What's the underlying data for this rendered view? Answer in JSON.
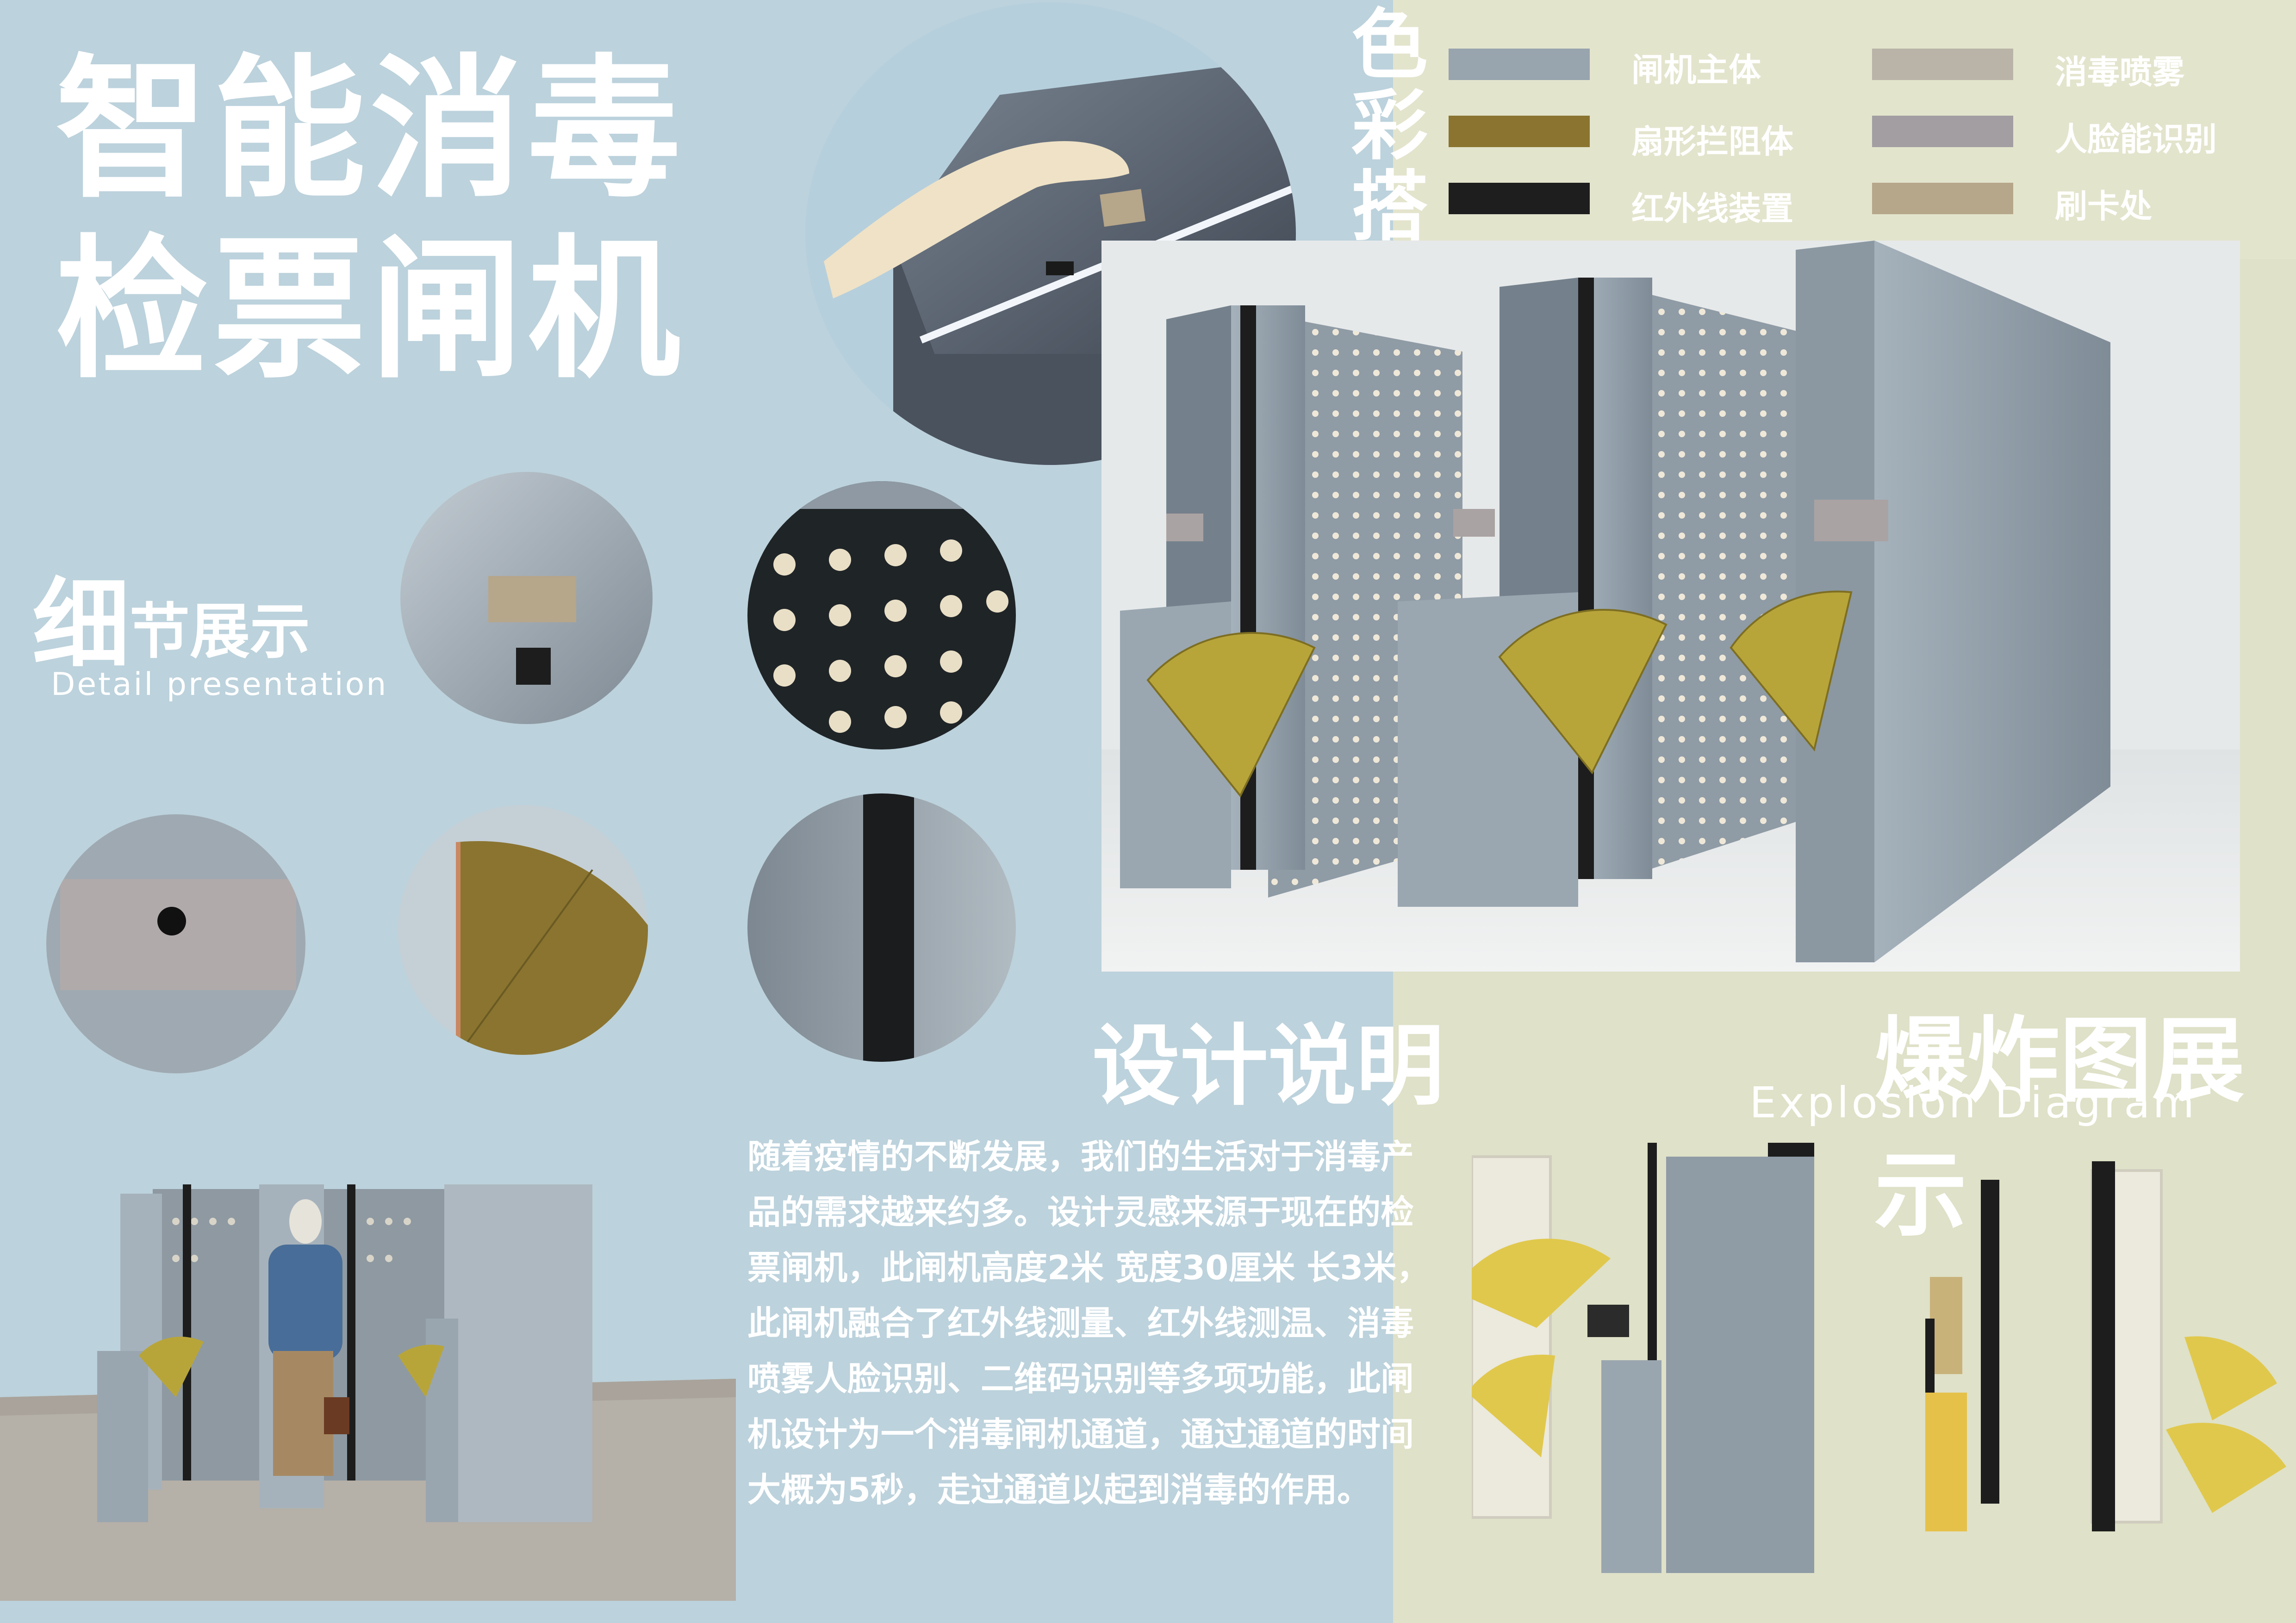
{
  "title": {
    "line1": "智能消毒",
    "line2": "检票闸机"
  },
  "color_scheme": {
    "title": "色彩搭配",
    "swatches": [
      {
        "label": "闸机主体",
        "color": "#98a4ae"
      },
      {
        "label": "扇形拦阻体",
        "color": "#8a7430"
      },
      {
        "label": "红外线装置",
        "color": "#1e1e1e"
      },
      {
        "label": "消毒喷雾",
        "color": "#b9b3a8"
      },
      {
        "label": "人脸能识别",
        "color": "#a29ea2"
      },
      {
        "label": "刷卡处",
        "color": "#b6a68a"
      }
    ]
  },
  "detail": {
    "title_big": "细",
    "title_small": "节展示",
    "title_en": "Detail presentation"
  },
  "design": {
    "title": "设计说明",
    "lines": [
      "随着疫情的不断发展，我们的生活对于消毒产",
      "品的需求越来约多。设计灵感来源于现在的检",
      "票闸机，此闸机高度2米 宽度30厘米 长3米，",
      "此闸机融合了红外线测量、红外线测温、消毒",
      "喷雾人脸识别、二维码识别等多项功能，此闸",
      "机设计为一个消毒闸机通道，通过通道的时间",
      "大概为5秒，走过通道以起到消毒的作用。"
    ]
  },
  "explosion": {
    "title": "爆炸图展示",
    "title_en": "Explosion Diagram"
  }
}
